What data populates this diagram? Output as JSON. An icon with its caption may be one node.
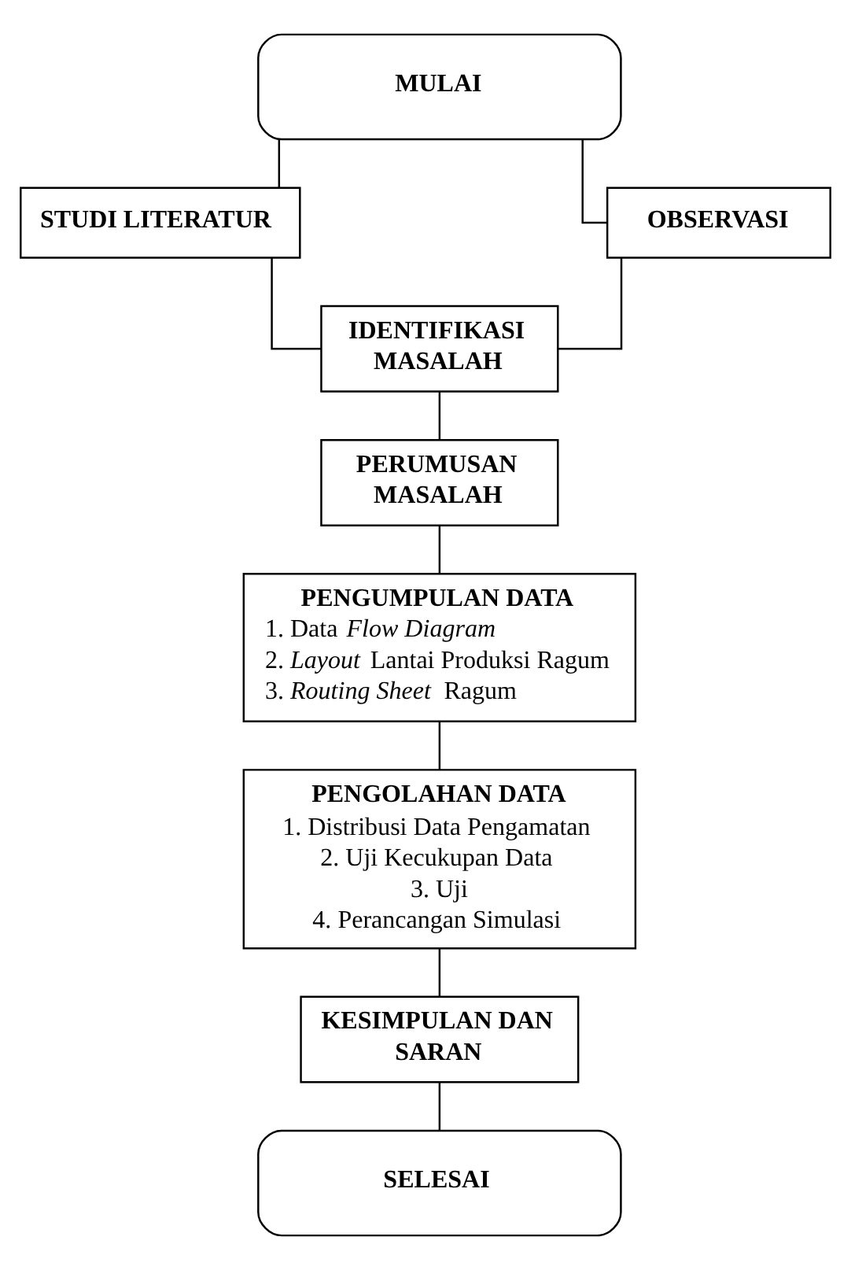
{
  "diagram": {
    "nodes": [
      {
        "text": [
          "MULAI"
        ]
      },
      {
        "text": [
          "STUDI LITERATUR"
        ]
      },
      {
        "text": [
          "OBSERVASI"
        ]
      },
      {
        "text": [
          "IDENTIFIKASI MASALAH"
        ]
      },
      {
        "text": [
          "PERUMUSAN MASALAH"
        ]
      },
      {
        "text": [
          "PENGUMPULAN DATA",
          "1. Data *Flow Diagram*",
          "2. *Layout* Lantai Produksi Ragum",
          "3. *Routing Sheet* Ragum"
        ]
      },
      {
        "text": [
          "PENGOLAHAN DATA",
          "1. Distribusi Data Pengamatan",
          "2. Uji Kecukupan Data",
          "3. Uji",
          "4. Perancangan Simulasi"
        ]
      },
      {
        "text": [
          "KESIMPULAN DAN SARAN"
        ]
      },
      {
        "text": [
          "SELESAI"
        ]
      }
    ],
    "edges": [
      {
        "from": 0,
        "to": 1,
        "arrow": "none"
      },
      {
        "from": 0,
        "to": 2,
        "arrow": "none"
      },
      {
        "from": 1,
        "to": 3,
        "arrow": "none"
      },
      {
        "from": 2,
        "to": 3,
        "arrow": "none"
      },
      {
        "from": 3,
        "to": 4,
        "arrow": "none"
      },
      {
        "from": 4,
        "to": 5,
        "arrow": "none"
      },
      {
        "from": 5,
        "to": 6,
        "arrow": "none"
      },
      {
        "from": 6,
        "to": 7,
        "arrow": "none"
      },
      {
        "from": 7,
        "to": 8,
        "arrow": "none"
      }
    ]
  }
}
